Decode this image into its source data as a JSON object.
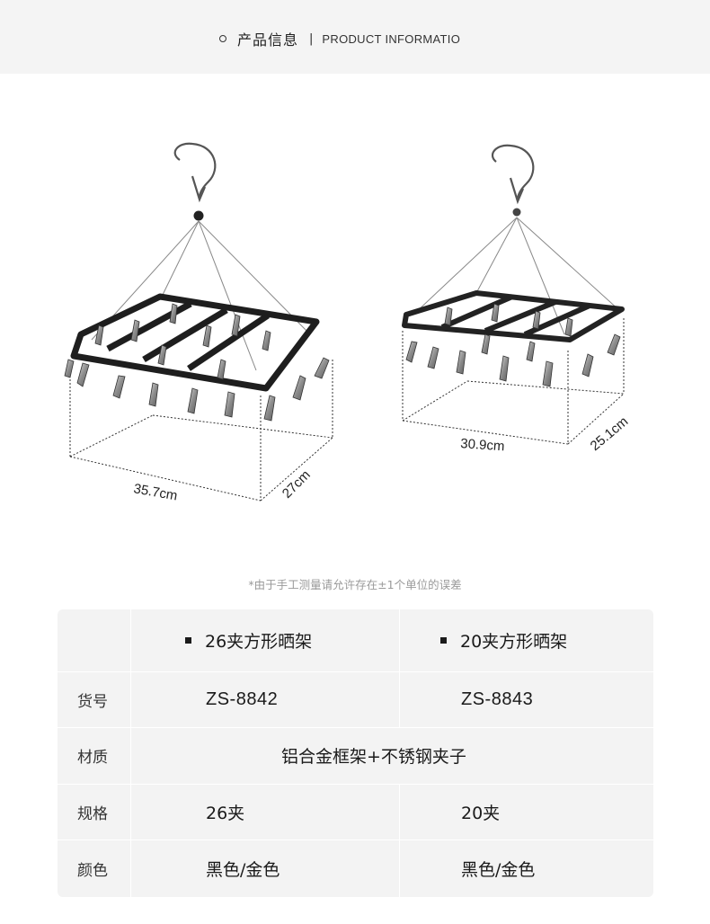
{
  "header": {
    "title": "产品信息",
    "separator": "|",
    "subtitle": "PRODUCT INFORMATIO"
  },
  "products": [
    {
      "width_label": "35.7cm",
      "depth_label": "27cm"
    },
    {
      "width_label": "30.9cm",
      "depth_label": "25.1cm"
    }
  ],
  "note": "*由于手工测量请允许存在±1个单位的误差",
  "table": {
    "columns": [
      "26夹方形晒架",
      "20夹方形晒架"
    ],
    "rows": [
      {
        "label": "货号",
        "values": [
          "ZS-8842",
          "ZS-8843"
        ]
      },
      {
        "label": "材质",
        "merged_value": "铝合金框架+不锈钢夹子"
      },
      {
        "label": "规格",
        "values": [
          "26夹",
          "20夹"
        ]
      },
      {
        "label": "颜色",
        "values": [
          "黑色/金色",
          "黑色/金色"
        ]
      }
    ]
  },
  "colors": {
    "header_bg": "#f4f4f4",
    "table_bg": "#f3f3f3",
    "frame": "#1e1e1e",
    "clip_metal": "#9a9a9a"
  },
  "icons": [
    "circle-bullet-icon",
    "square-bullet-icon",
    "hook-icon",
    "clip-icon"
  ]
}
